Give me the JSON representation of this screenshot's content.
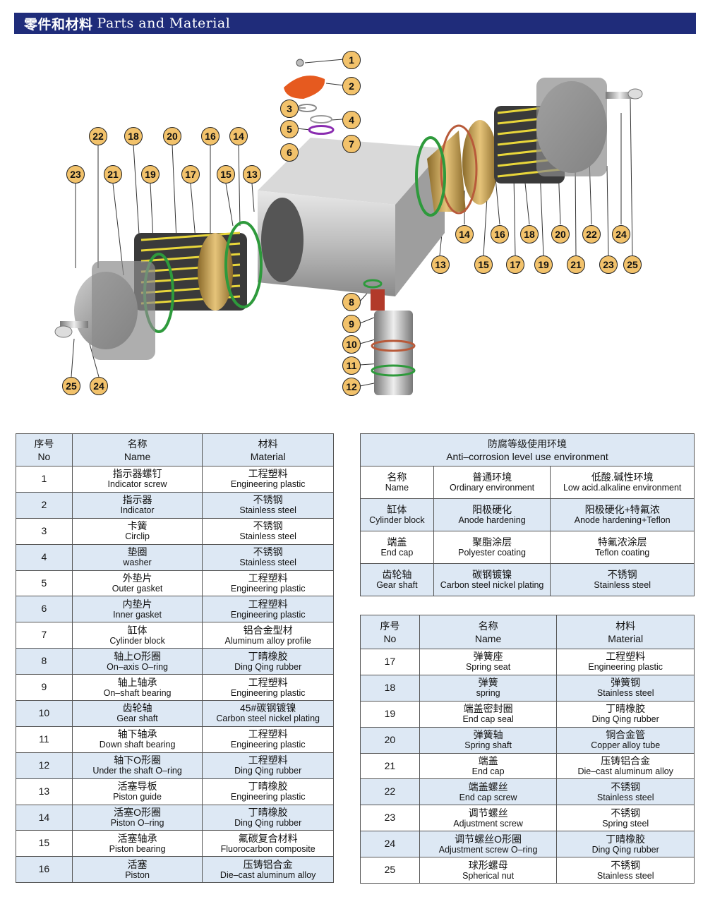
{
  "header": {
    "title_zh": "零件和材料",
    "title_en": "Parts and Material"
  },
  "callout_labels": [
    "1",
    "2",
    "3",
    "4",
    "5",
    "6",
    "7",
    "8",
    "9",
    "10",
    "11",
    "12",
    "13",
    "14",
    "15",
    "16",
    "17",
    "18",
    "19",
    "20",
    "21",
    "22",
    "23",
    "24",
    "25"
  ],
  "parts_table": {
    "headers": [
      {
        "zh": "序号",
        "en": "No"
      },
      {
        "zh": "名称",
        "en": "Name"
      },
      {
        "zh": "材料",
        "en": "Material"
      }
    ],
    "rows": [
      {
        "no": "1",
        "name_zh": "指示器螺钉",
        "name_en": "Indicator screw",
        "mat_zh": "工程塑料",
        "mat_en": "Engineering plastic"
      },
      {
        "no": "2",
        "name_zh": "指示器",
        "name_en": "Indicator",
        "mat_zh": "不锈钢",
        "mat_en": "Stainless steel"
      },
      {
        "no": "3",
        "name_zh": "卡簧",
        "name_en": "Circlip",
        "mat_zh": "不锈钢",
        "mat_en": "Stainless steel"
      },
      {
        "no": "4",
        "name_zh": "垫圈",
        "name_en": "washer",
        "mat_zh": "不锈钢",
        "mat_en": "Stainless steel"
      },
      {
        "no": "5",
        "name_zh": "外垫片",
        "name_en": "Outer gasket",
        "mat_zh": "工程塑料",
        "mat_en": "Engineering plastic"
      },
      {
        "no": "6",
        "name_zh": "内垫片",
        "name_en": "Inner gasket",
        "mat_zh": "工程塑料",
        "mat_en": "Engineering plastic"
      },
      {
        "no": "7",
        "name_zh": "缸体",
        "name_en": "Cylinder block",
        "mat_zh": "铝合金型材",
        "mat_en": "Aluminum alloy profile"
      },
      {
        "no": "8",
        "name_zh": "轴上O形圈",
        "name_en": "On–axis O–ring",
        "mat_zh": "丁晴橡胶",
        "mat_en": "Ding Qing rubber"
      },
      {
        "no": "9",
        "name_zh": "轴上轴承",
        "name_en": "On–shaft bearing",
        "mat_zh": "工程塑料",
        "mat_en": "Engineering plastic"
      },
      {
        "no": "10",
        "name_zh": "齿轮轴",
        "name_en": "Gear shaft",
        "mat_zh": "45#碳钢镀镍",
        "mat_en": "Carbon steel nickel plating"
      },
      {
        "no": "11",
        "name_zh": "轴下轴承",
        "name_en": "Down shaft bearing",
        "mat_zh": "工程塑料",
        "mat_en": "Engineering plastic"
      },
      {
        "no": "12",
        "name_zh": "轴下O形圈",
        "name_en": "Under the shaft O–ring",
        "mat_zh": "工程塑料",
        "mat_en": "Ding Qing rubber"
      },
      {
        "no": "13",
        "name_zh": "活塞导板",
        "name_en": "Piston guide",
        "mat_zh": "丁晴橡胶",
        "mat_en": "Engineering plastic"
      },
      {
        "no": "14",
        "name_zh": "活塞O形圈",
        "name_en": "Piston O–ring",
        "mat_zh": "丁晴橡胶",
        "mat_en": "Ding Qing rubber"
      },
      {
        "no": "15",
        "name_zh": "活塞轴承",
        "name_en": "Piston bearing",
        "mat_zh": "氟碳复合材料",
        "mat_en": "Fluorocarbon composite"
      },
      {
        "no": "16",
        "name_zh": "活塞",
        "name_en": "Piston",
        "mat_zh": "压铸铝合金",
        "mat_en": "Die–cast aluminum alloy"
      }
    ]
  },
  "env_table": {
    "title_zh": "防腐等级使用环境",
    "title_en": "Anti–corrosion level use environment",
    "headers": [
      {
        "zh": "名称",
        "en": "Name"
      },
      {
        "zh": "普通环境",
        "en": "Ordinary environment"
      },
      {
        "zh": "低酸.碱性环境",
        "en": "Low acid.alkaline environment"
      }
    ],
    "rows": [
      {
        "name_zh": "缸体",
        "name_en": "Cylinder block",
        "ord_zh": "阳极硬化",
        "ord_en": "Anode hardening",
        "low_zh": "阳极硬化+特氟浓",
        "low_en": "Anode hardening+Teflon"
      },
      {
        "name_zh": "端盖",
        "name_en": "End cap",
        "ord_zh": "聚脂涂层",
        "ord_en": "Polyester coating",
        "low_zh": "特氟浓涂层",
        "low_en": "Teflon coating"
      },
      {
        "name_zh": "齿轮轴",
        "name_en": "Gear shaft",
        "ord_zh": "碳钢镀镍",
        "ord_en": "Carbon steel nickel plating",
        "low_zh": "不锈钢",
        "low_en": "Stainless steel"
      }
    ]
  },
  "parts_table2": {
    "headers": [
      {
        "zh": "序号",
        "en": "No"
      },
      {
        "zh": "名称",
        "en": "Name"
      },
      {
        "zh": "材料",
        "en": "Material"
      }
    ],
    "rows": [
      {
        "no": "17",
        "name_zh": "弹簧座",
        "name_en": "Spring seat",
        "mat_zh": "工程塑料",
        "mat_en": "Engineering plastic"
      },
      {
        "no": "18",
        "name_zh": "弹簧",
        "name_en": "spring",
        "mat_zh": "弹簧钢",
        "mat_en": "Stainless steel"
      },
      {
        "no": "19",
        "name_zh": "端盖密封圈",
        "name_en": "End cap seal",
        "mat_zh": "丁晴橡胶",
        "mat_en": "Ding Qing rubber"
      },
      {
        "no": "20",
        "name_zh": "弹簧轴",
        "name_en": "Spring shaft",
        "mat_zh": "铜合金管",
        "mat_en": "Copper alloy tube"
      },
      {
        "no": "21",
        "name_zh": "端盖",
        "name_en": "End cap",
        "mat_zh": "压铸铝合金",
        "mat_en": "Die–cast aluminum alloy"
      },
      {
        "no": "22",
        "name_zh": "端盖螺丝",
        "name_en": "End cap screw",
        "mat_zh": "不锈钢",
        "mat_en": "Stainless steel"
      },
      {
        "no": "23",
        "name_zh": "调节螺丝",
        "name_en": "Adjustment screw",
        "mat_zh": "不锈钢",
        "mat_en": "Spring steel"
      },
      {
        "no": "24",
        "name_zh": "调节螺丝O形圈",
        "name_en": "Adjustment screw O–ring",
        "mat_zh": "丁晴橡胶",
        "mat_en": "Ding Qing rubber"
      },
      {
        "no": "25",
        "name_zh": "球形螺母",
        "name_en": "Spherical nut",
        "mat_zh": "不锈钢",
        "mat_en": "Stainless steel"
      }
    ]
  },
  "colors": {
    "header_bg": "#1f2c7a",
    "row_alt": "#dde8f4",
    "callout": "#f2c26b"
  }
}
